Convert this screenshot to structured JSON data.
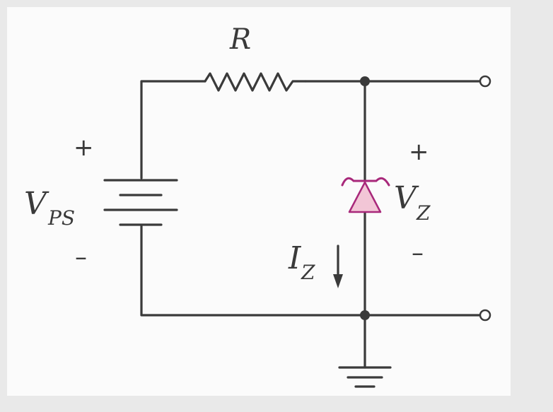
{
  "diagram": {
    "labels": {
      "resistor": "R",
      "supply_main": "V",
      "supply_sub": "PS",
      "zener_main": "V",
      "zener_sub": "Z",
      "current_main": "I",
      "current_sub": "Z",
      "plus": "+",
      "minus": "–"
    },
    "colors": {
      "wire": "#3a3a3a",
      "zener_fill": "#f2c6d6",
      "zener_stroke": "#a8287a"
    }
  }
}
